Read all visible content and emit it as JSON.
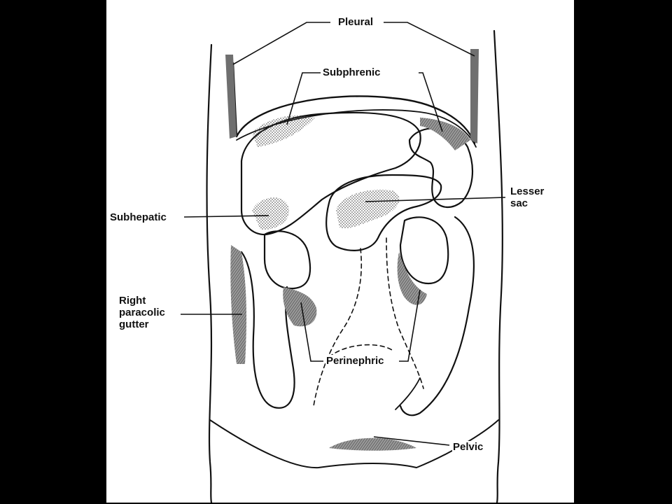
{
  "colors": {
    "background": "#000000",
    "panel": "#ffffff",
    "ink": "#111111",
    "shade_light": "#cfcfcf",
    "shade_dark": "#7a7a7a"
  },
  "labels": {
    "pleural": "Pleural",
    "subphrenic": "Subphrenic",
    "lesser_sac": "Lesser\nsac",
    "subhepatic": "Subhepatic",
    "right_paracolic_gutter": "Right\nparacolic\ngutter",
    "perinephric": "Perinephric",
    "pelvic": "Pelvic"
  }
}
